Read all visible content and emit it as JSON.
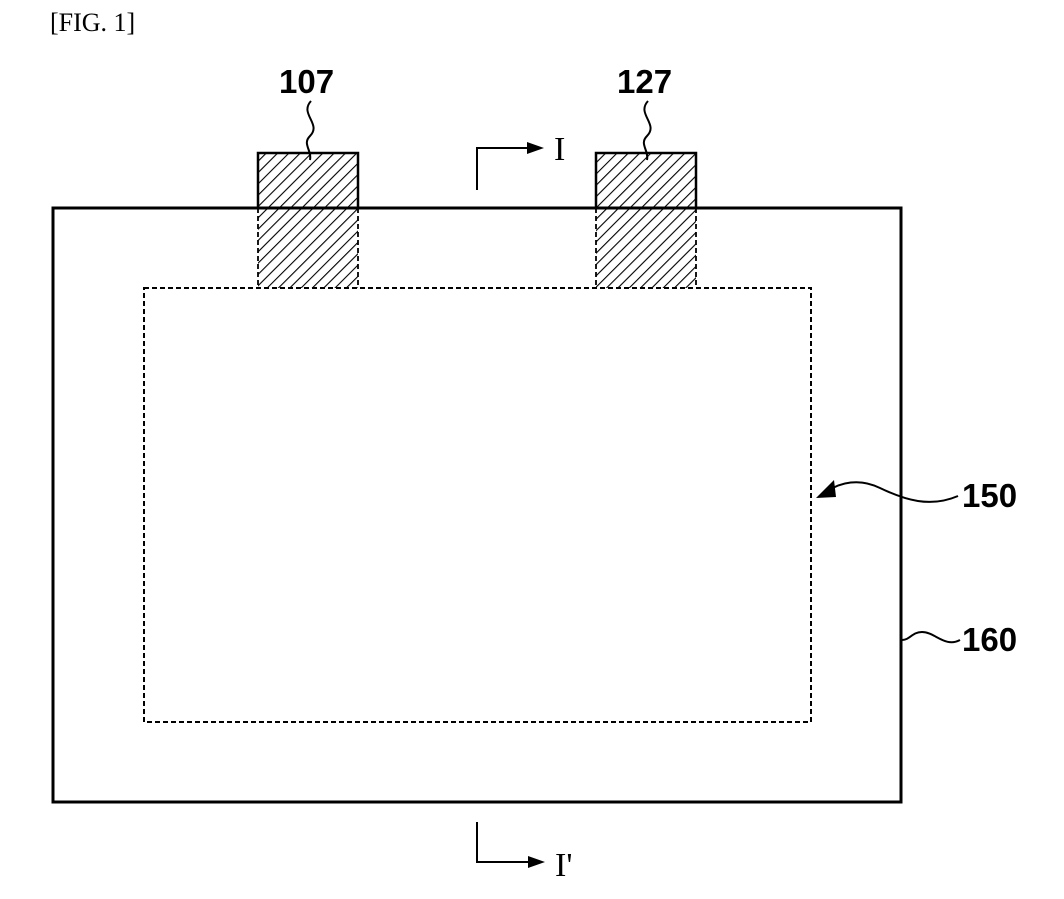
{
  "figure": {
    "title": "[FIG. 1]"
  },
  "labels": {
    "tab_left": "107",
    "tab_right": "127",
    "electrode_assembly": "150",
    "pouch_case": "160"
  },
  "section_line": {
    "start": "I",
    "end": "I'"
  },
  "colors": {
    "line": "#000000",
    "background": "#ffffff"
  }
}
